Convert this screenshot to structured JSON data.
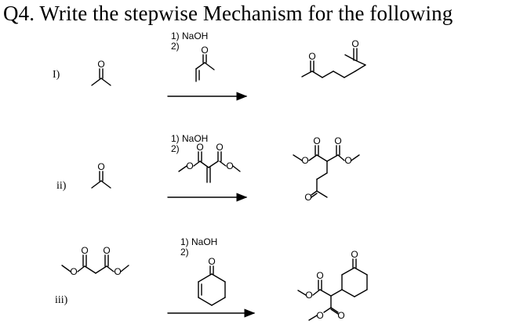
{
  "question": {
    "title": "Q4. Write the stepwise Mechanism for the following"
  },
  "reactions": [
    {
      "label": "I)",
      "step1": "1) NaOH",
      "step2": "2)"
    },
    {
      "label": "ii)",
      "step1": "1) NaOH",
      "step2": "2)"
    },
    {
      "label": "iii)",
      "step1": "1) NaOH",
      "step2": "2)"
    }
  ],
  "atoms": {
    "oxygen": "O"
  }
}
